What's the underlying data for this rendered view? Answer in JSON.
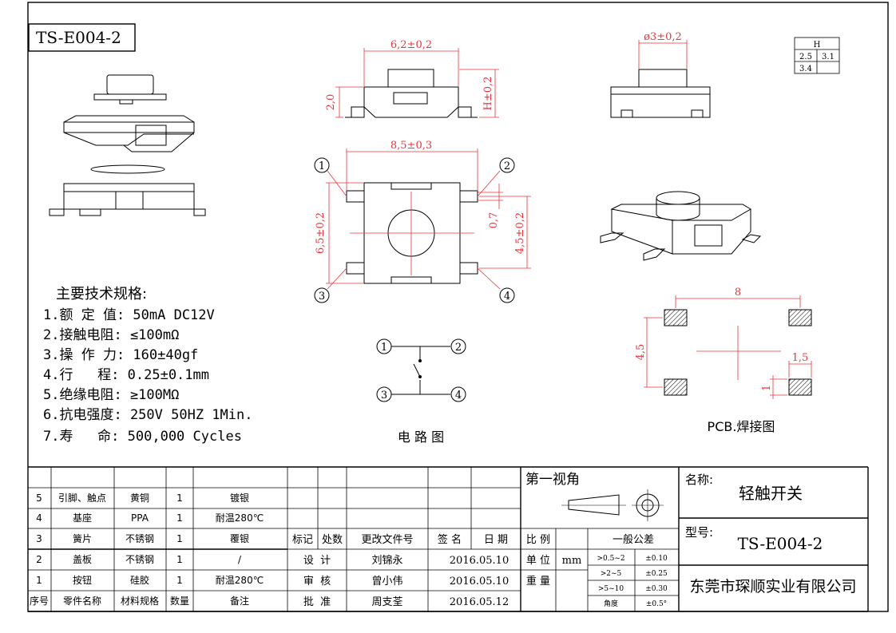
{
  "part_number": "TS-E004-2",
  "top_dims": {
    "width": "6,2±0,2",
    "height_left": "2,0",
    "height_right": "H±0,2",
    "cap_diameter": "ø3±0,2"
  },
  "h_table": {
    "header": "H",
    "values": [
      "2.5",
      "3.1",
      "3.4"
    ]
  },
  "plan_dims": {
    "body_width": "8,5±0,3",
    "body_height": "6,5±0,2",
    "pin_width": "0,7",
    "pin_span": "4,5±0,2"
  },
  "pins": [
    "1",
    "2",
    "3",
    "4"
  ],
  "specs": {
    "title": "主要技术规格:",
    "items": [
      "1.额 定 值: 50mA DC12V",
      "2.接触电阻: ≤100mΩ",
      "3.操 作 力: 160±40gf",
      "4.行   程: 0.25±0.1mm",
      "5.绝缘电阻: ≥100MΩ",
      "6.抗电强度: 250V 50HZ 1Min.",
      "7.寿   命: 500,000 Cycles"
    ]
  },
  "circuit_label": "电 路 图",
  "pcb": {
    "dim_width": "8",
    "dim_height": "4,5",
    "dim_pad": "1,5",
    "dim_gap": "1",
    "label": "PCB.焊接图"
  },
  "bom": {
    "header": [
      "序号",
      "零件名称",
      "材料规格",
      "数量",
      "备注"
    ],
    "rows": [
      [
        "5",
        "引脚、触点",
        "黄铜",
        "1",
        "镀银"
      ],
      [
        "4",
        "基座",
        "PPA",
        "1",
        "耐温280℃"
      ],
      [
        "3",
        "簧片",
        "不锈钢",
        "1",
        "覆银"
      ],
      [
        "2",
        "盖板",
        "不锈钢",
        "1",
        "/"
      ],
      [
        "1",
        "按钮",
        "硅胶",
        "1",
        "耐温280℃"
      ]
    ]
  },
  "revision": {
    "headers": [
      "标记",
      "处数",
      "更改文件号",
      "签 名",
      "日 期"
    ]
  },
  "signoff": [
    {
      "role": "设  计",
      "name": "刘锦永",
      "date": "2016.05.10"
    },
    {
      "role": "审  核",
      "name": "曾小伟",
      "date": "2016.05.10"
    },
    {
      "role": "批  准",
      "name": "周支荃",
      "date": "2016.05.12"
    }
  ],
  "projection_label": "第一视角",
  "scale": {
    "label": "比 例",
    "unit_label": "单 位",
    "unit": "mm",
    "weight_label": "重 量"
  },
  "tolerance": {
    "title": "一般公差",
    "rows": [
      [
        ">0.5~2",
        "±0.10"
      ],
      [
        ">2~5",
        "±0.25"
      ],
      [
        ">5~10",
        "±0.30"
      ],
      [
        "角度",
        "±0.5°"
      ]
    ]
  },
  "name_label": "名称:",
  "product_name": "轻触开关",
  "model_label": "型号:",
  "model": "TS-E004-2",
  "company": "东莞市琛顺实业有限公司",
  "colors": {
    "dimension": "#e8343c",
    "line": "#000000"
  }
}
